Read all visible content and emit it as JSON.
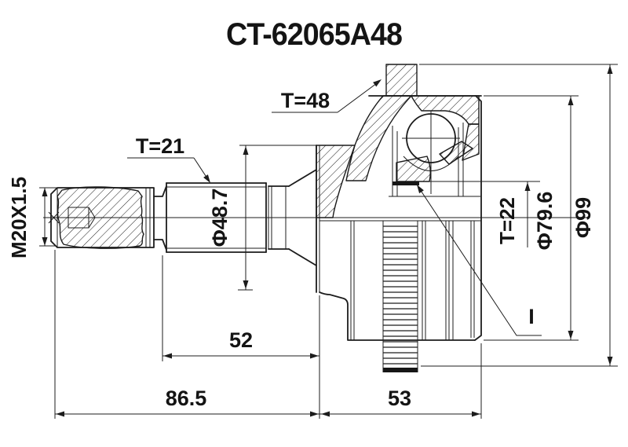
{
  "title": "CT-62065A48",
  "labels": {
    "thread_spec": "M20X1.5",
    "shaft_spline_teeth": "T=21",
    "abs_ring_teeth": "T=48",
    "inner_race_teeth": "T=22",
    "spline_diameter": "Φ48.7",
    "body_diameter": "Φ79.6",
    "abs_ring_diameter": "Φ99",
    "spline_length": "52",
    "shaft_length": "86.5",
    "joint_length": "53",
    "inner_race_ref": "I"
  },
  "colors": {
    "line": "#1c1c1c",
    "background": "#ffffff"
  }
}
